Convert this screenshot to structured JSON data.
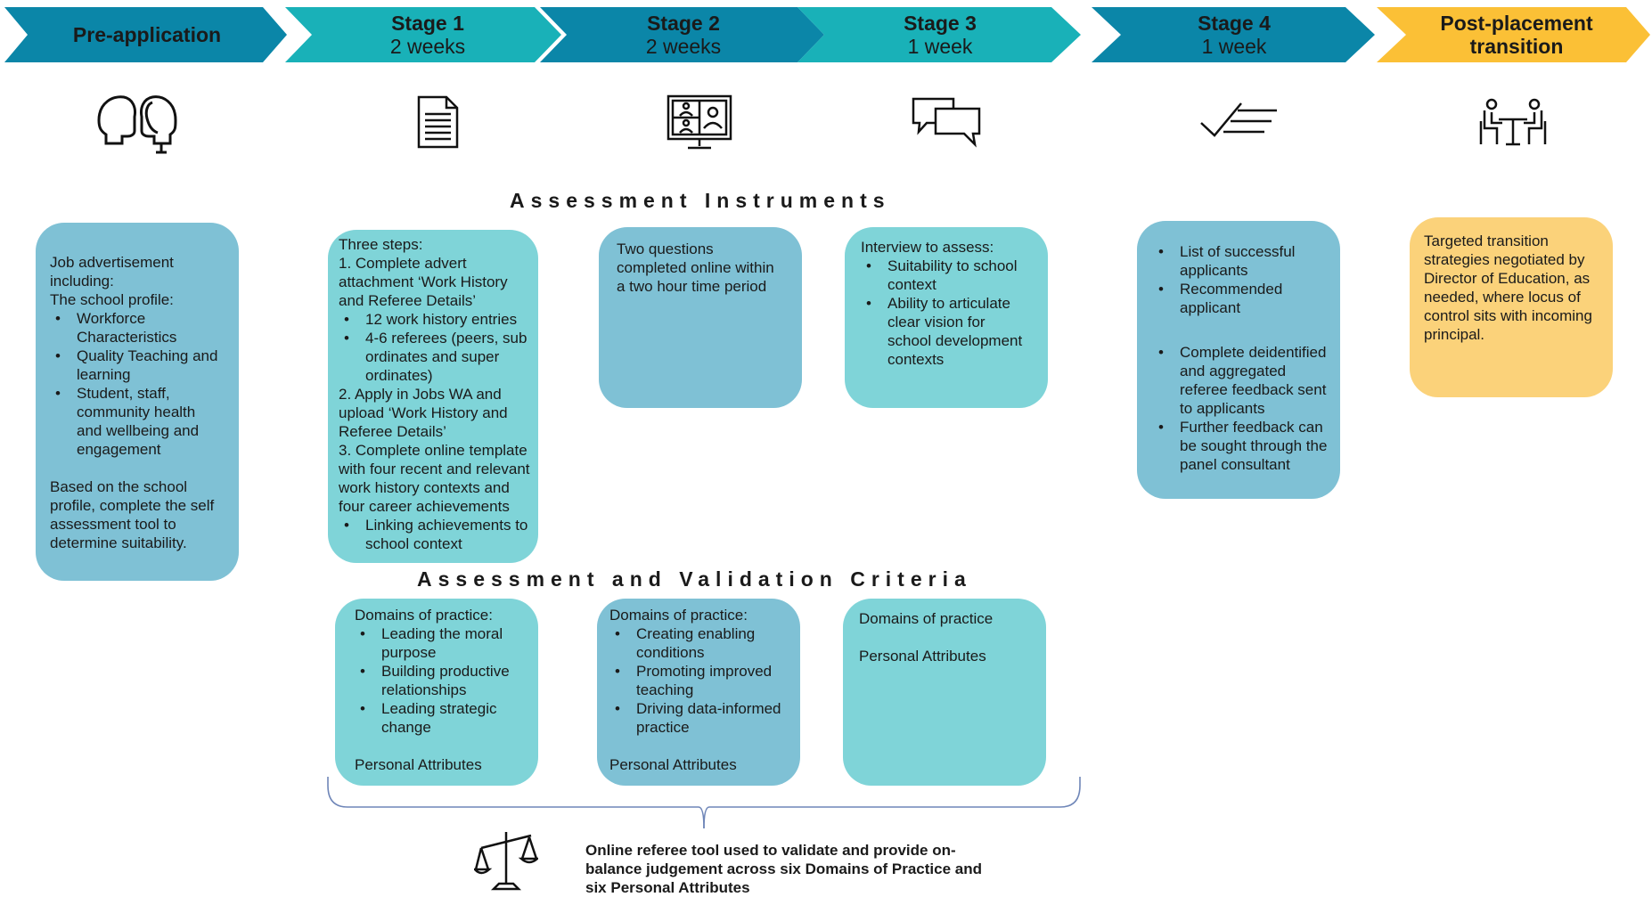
{
  "stages": [
    {
      "title": "Pre-application",
      "duration": ""
    },
    {
      "title": "Stage 1",
      "duration": "2 weeks"
    },
    {
      "title": "Stage 2",
      "duration": "2 weeks"
    },
    {
      "title": "Stage 3",
      "duration": "1 week"
    },
    {
      "title": "Stage 4",
      "duration": "1 week"
    },
    {
      "title": "Post-placement",
      "duration": "transition"
    }
  ],
  "icons": [
    "two-heads-icon",
    "document-icon",
    "video-call-icon",
    "speech-bubbles-icon",
    "checklist-icon",
    "meeting-table-icon",
    "scales-icon"
  ],
  "colors": {
    "blue_dark": "#0b86a8",
    "teal": "#19b1b8",
    "yellow": "#fbc036",
    "card_blue": "#7fc1d5",
    "card_teal": "#7fd4d8",
    "card_yellow": "#fbd27a"
  },
  "titles": {
    "instruments": "Assessment Instruments",
    "criteria": "Assessment and Validation Criteria"
  },
  "pre_application": {
    "intro": "Job advertisement including:",
    "profile_label": "The school profile:",
    "items": [
      "Workforce Characteristics",
      "Quality Teaching and learning",
      "Student, staff, community health and wellbeing and engagement"
    ],
    "closing": "Based on the school profile, complete the self assessment tool to determine suitability."
  },
  "stage1": {
    "intro": "Three steps:",
    "step1": "1. Complete advert attachment ‘Work History and Referee Details’",
    "step1_items": [
      "12 work history entries",
      "4-6 referees (peers, sub ordinates and super ordinates)"
    ],
    "step2": "2. Apply in Jobs WA and upload ‘Work History and Referee Details’",
    "step3": "3. Complete online template with four recent and relevant work history contexts and four career achievements",
    "step3_items": [
      "Linking achievements to school context"
    ]
  },
  "stage2": {
    "text": "Two questions completed online within a two hour time period"
  },
  "stage3": {
    "intro": "Interview to assess:",
    "items": [
      "Suitability to school context",
      "Ability to articulate clear vision for school development contexts"
    ]
  },
  "stage4": {
    "items_a": [
      "List of successful applicants",
      "Recommended applicant"
    ],
    "items_b": [
      "Complete deidentified and aggregated referee feedback sent to applicants",
      "Further feedback can be sought through the panel consultant"
    ]
  },
  "post": {
    "text": "Targeted transition strategies negotiated by Director of Education, as needed, where locus of control sits with incoming principal."
  },
  "criteria1": {
    "intro": "Domains of practice:",
    "items": [
      "Leading the moral purpose",
      "Building productive relationships",
      "Leading strategic change"
    ],
    "attributes": "Personal Attributes"
  },
  "criteria2": {
    "intro": "Domains of practice:",
    "items": [
      "Creating enabling conditions",
      "Promoting improved teaching",
      "Driving data-informed practice"
    ],
    "attributes": "Personal Attributes"
  },
  "criteria3": {
    "intro": "Domains of practice",
    "attributes": "Personal Attributes"
  },
  "footnote": "Online referee tool used to validate and provide on-balance judgement across six Domains of Practice and six Personal Attributes"
}
